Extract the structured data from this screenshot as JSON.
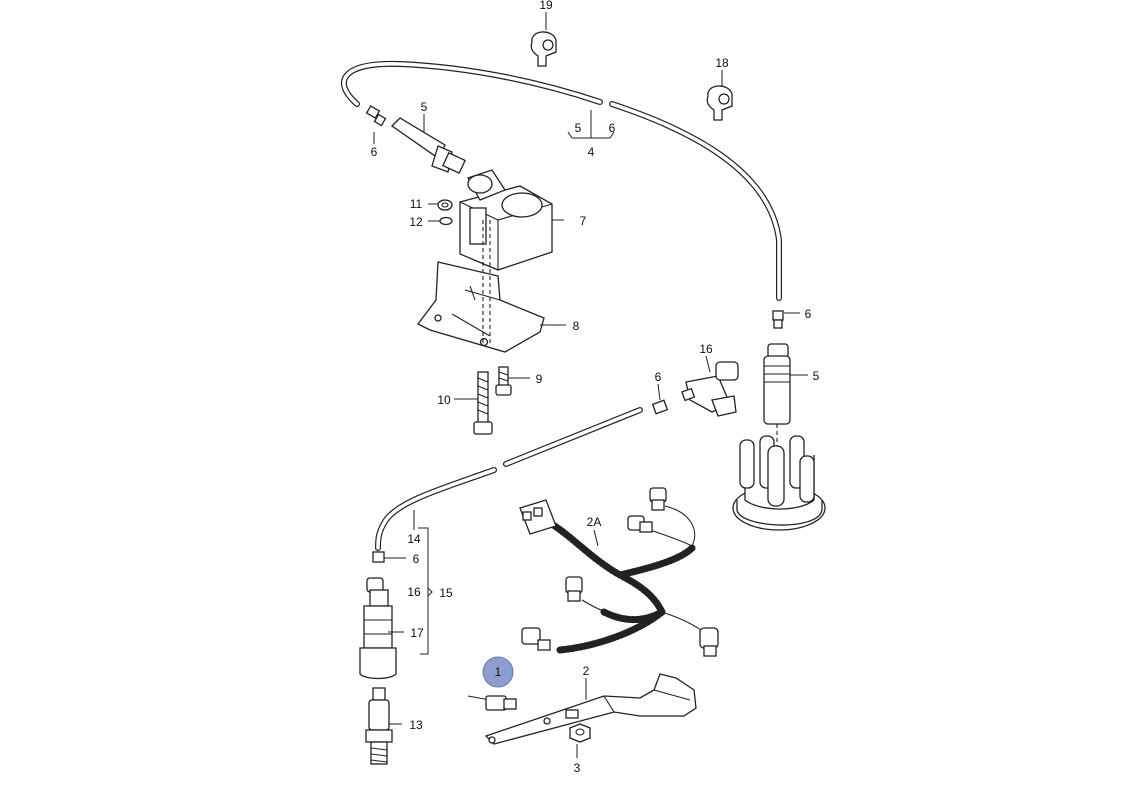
{
  "diagram": {
    "callouts": {
      "c1": "1",
      "c2": "2",
      "c2a": "2A",
      "c3": "3",
      "c4": "4",
      "c4a": "5",
      "c4b": "6",
      "c5a": "5",
      "c5b": "5",
      "c6a": "6",
      "c6b": "6",
      "c6c": "6",
      "c6d": "6",
      "c7": "7",
      "c8": "8",
      "c9": "9",
      "c10": "10",
      "c11": "11",
      "c12": "12",
      "c13": "13",
      "c14": "14",
      "c15": "15",
      "c16a": "16",
      "c16b": "16",
      "c17": "17",
      "c18": "18",
      "c19": "19"
    },
    "highlighted_callout": "1",
    "highlight_color": "#8f9cd0"
  }
}
